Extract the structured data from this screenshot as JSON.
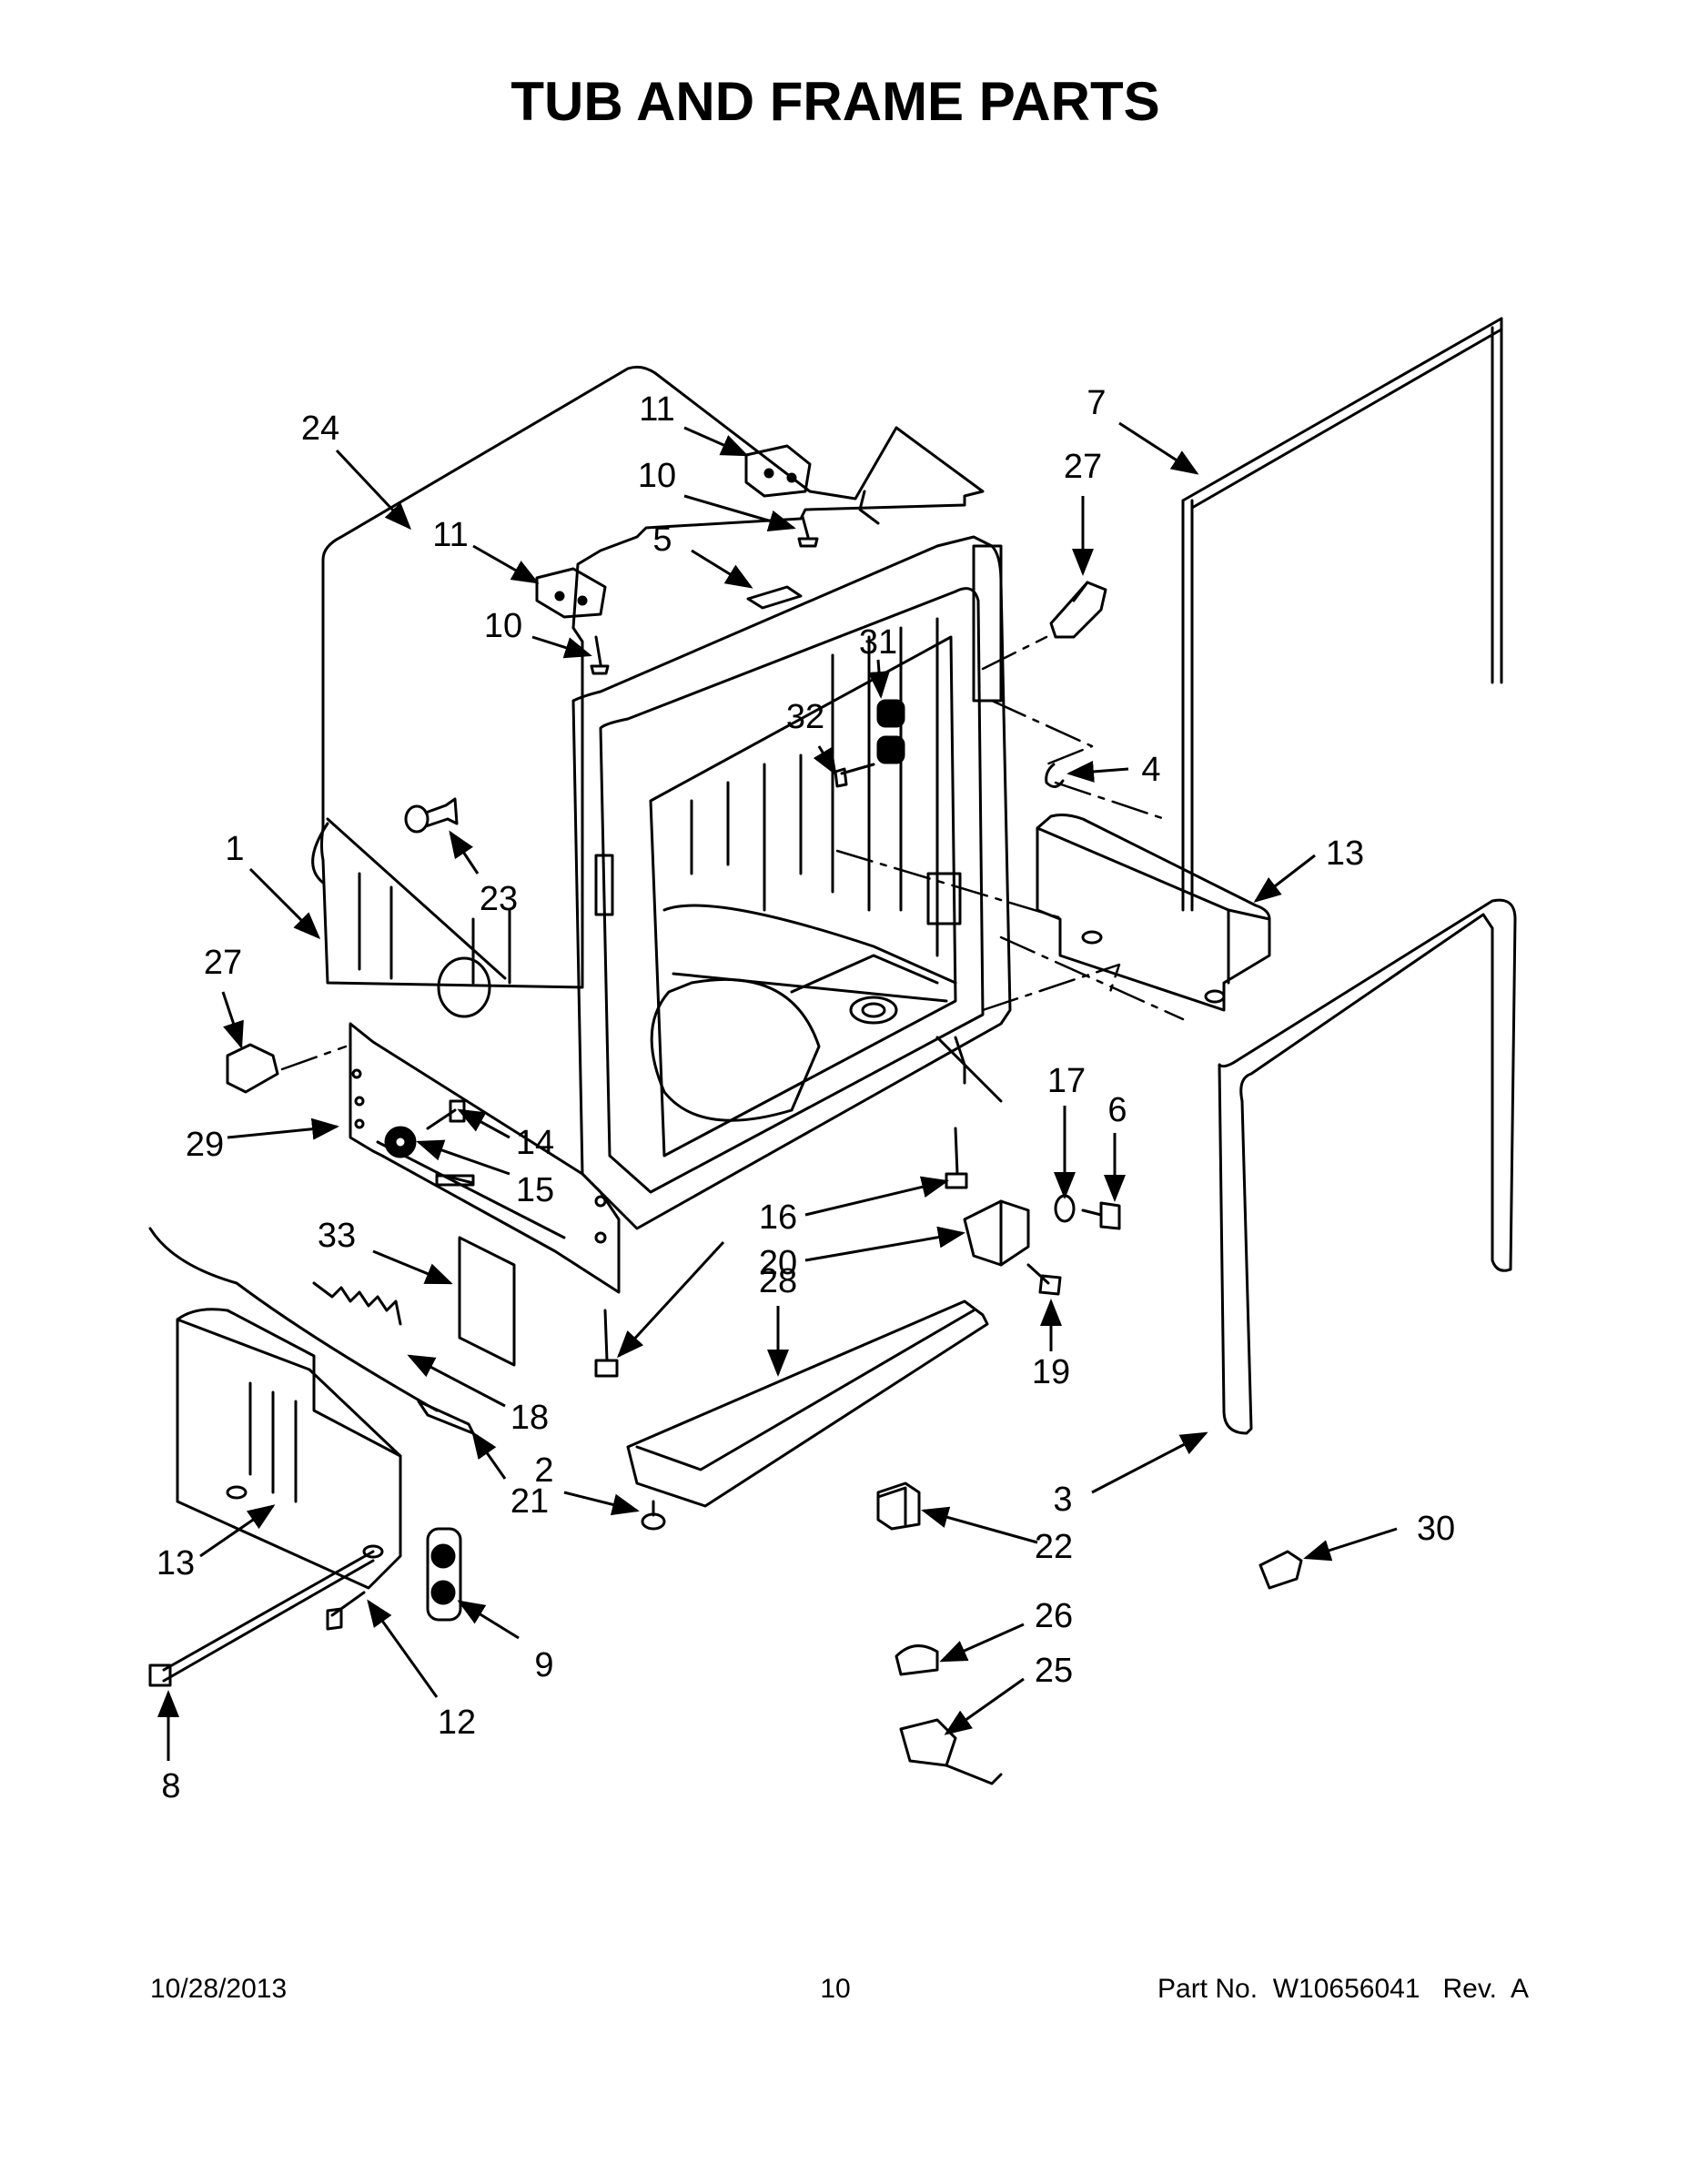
{
  "title": "TUB AND FRAME PARTS",
  "footer": {
    "date": "10/28/2013",
    "page": "10",
    "part_no": "Part No.  W10656041   Rev.  A"
  },
  "callouts": {
    "c24": "24",
    "c11a": "11",
    "c10a": "10",
    "c5": "5",
    "c11b": "11",
    "c10b": "10",
    "c7": "7",
    "c27a": "27",
    "c31": "31",
    "c32": "32",
    "c4": "4",
    "c13a": "13",
    "c1": "1",
    "c23": "23",
    "c27b": "27",
    "c29": "29",
    "c14": "14",
    "c15": "15",
    "c17": "17",
    "c6": "6",
    "c16": "16",
    "c20": "20",
    "c28": "28",
    "c19": "19",
    "c33": "33",
    "c18": "18",
    "c2": "2",
    "c21": "21",
    "c3": "3",
    "c13b": "13",
    "c22": "22",
    "c30": "30",
    "c26": "26",
    "c25": "25",
    "c9": "9",
    "c12": "12",
    "c8": "8"
  }
}
